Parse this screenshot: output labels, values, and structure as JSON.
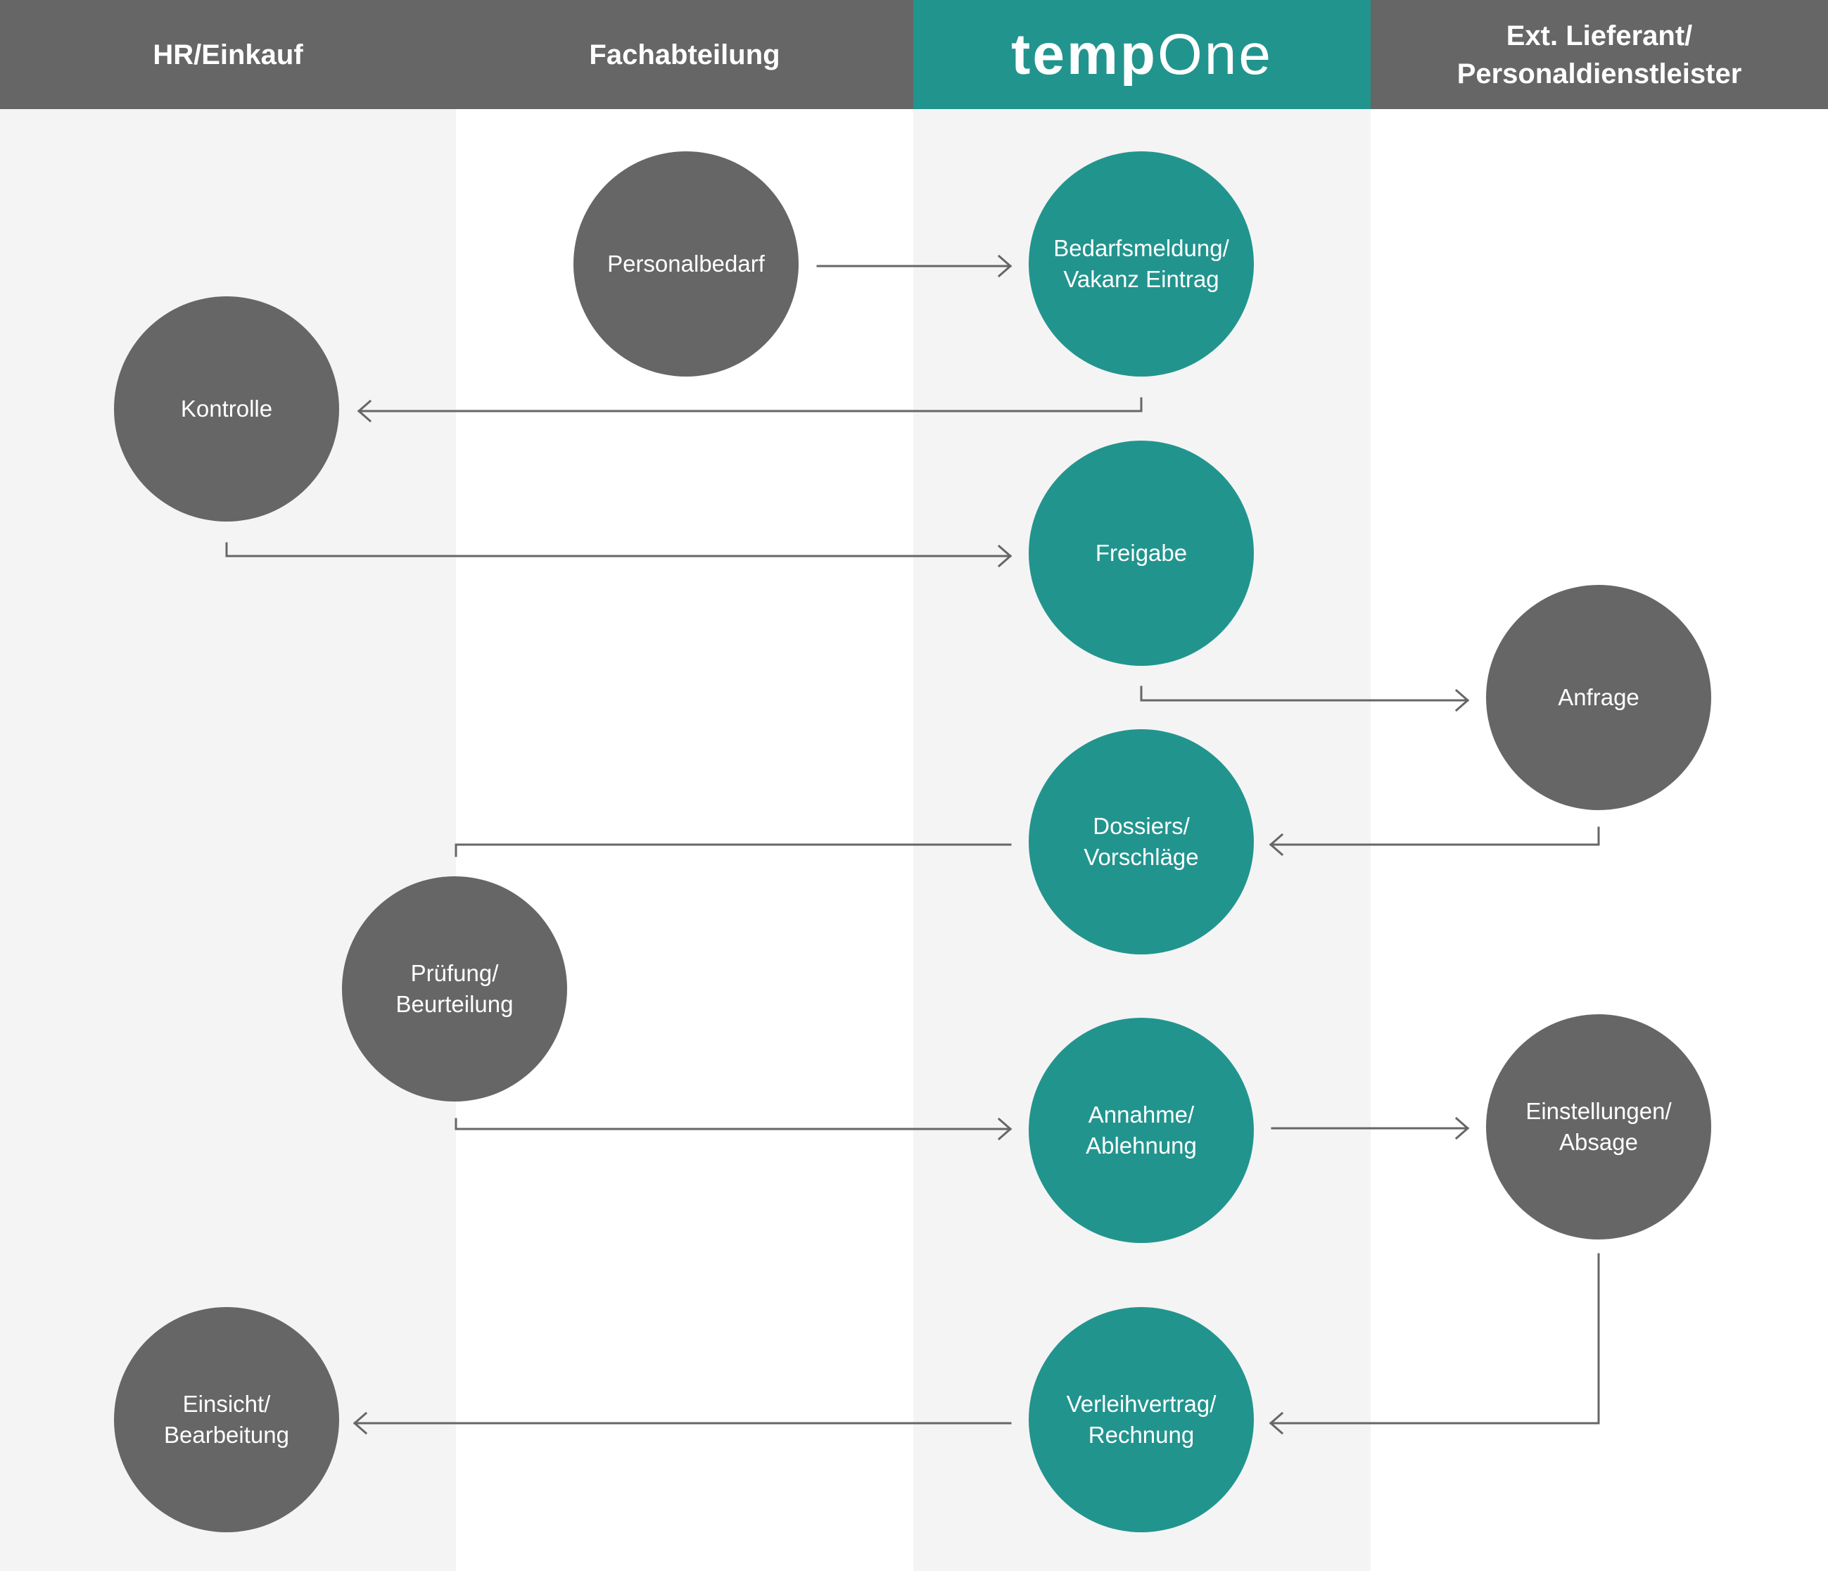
{
  "lanes": [
    {
      "name": "HR/Einkauf"
    },
    {
      "name": "Fachabteilung"
    },
    {
      "name": "tempOne",
      "logo_bold": "temp",
      "logo_light": "One"
    },
    {
      "name": "Ext. Lieferant/\nPersonaldienstleister"
    }
  ],
  "colors": {
    "header_gray": "#666666",
    "brand_teal": "#22948e",
    "lane_gray": "#f4f4f4",
    "arrow": "#666666"
  },
  "nodes": [
    {
      "id": "personalbedarf",
      "label": "Personalbedarf",
      "lane": "Fachabteilung"
    },
    {
      "id": "bedarfsmeldung",
      "label": "Bedarfsmeldung/\nVakanz Eintrag",
      "lane": "tempOne"
    },
    {
      "id": "kontrolle",
      "label": "Kontrolle",
      "lane": "HR/Einkauf"
    },
    {
      "id": "freigabe",
      "label": "Freigabe",
      "lane": "tempOne"
    },
    {
      "id": "anfrage",
      "label": "Anfrage",
      "lane": "Ext. Lieferant/Personaldienstleister"
    },
    {
      "id": "dossiers",
      "label": "Dossiers/\nVorschläge",
      "lane": "tempOne"
    },
    {
      "id": "pruefung",
      "label": "Prüfung/\nBeurteilung",
      "lane": "Fachabteilung"
    },
    {
      "id": "annahme",
      "label": "Annahme/\nAblehnung",
      "lane": "tempOne"
    },
    {
      "id": "einstellungen",
      "label": "Einstellungen/\nAbsage",
      "lane": "Ext. Lieferant/Personaldienstleister"
    },
    {
      "id": "einsicht",
      "label": "Einsicht/\nBearbeitung",
      "lane": "HR/Einkauf"
    },
    {
      "id": "verleihvertrag",
      "label": "Verleihvertrag/\nRechnung",
      "lane": "tempOne"
    }
  ],
  "edges": [
    {
      "from": "personalbedarf",
      "to": "bedarfsmeldung"
    },
    {
      "from": "bedarfsmeldung",
      "to": "kontrolle"
    },
    {
      "from": "kontrolle",
      "to": "freigabe"
    },
    {
      "from": "freigabe",
      "to": "anfrage"
    },
    {
      "from": "anfrage",
      "to": "dossiers"
    },
    {
      "from": "dossiers",
      "to": "pruefung"
    },
    {
      "from": "pruefung",
      "to": "annahme"
    },
    {
      "from": "annahme",
      "to": "einstellungen"
    },
    {
      "from": "einstellungen",
      "to": "verleihvertrag"
    },
    {
      "from": "verleihvertrag",
      "to": "einsicht"
    }
  ]
}
